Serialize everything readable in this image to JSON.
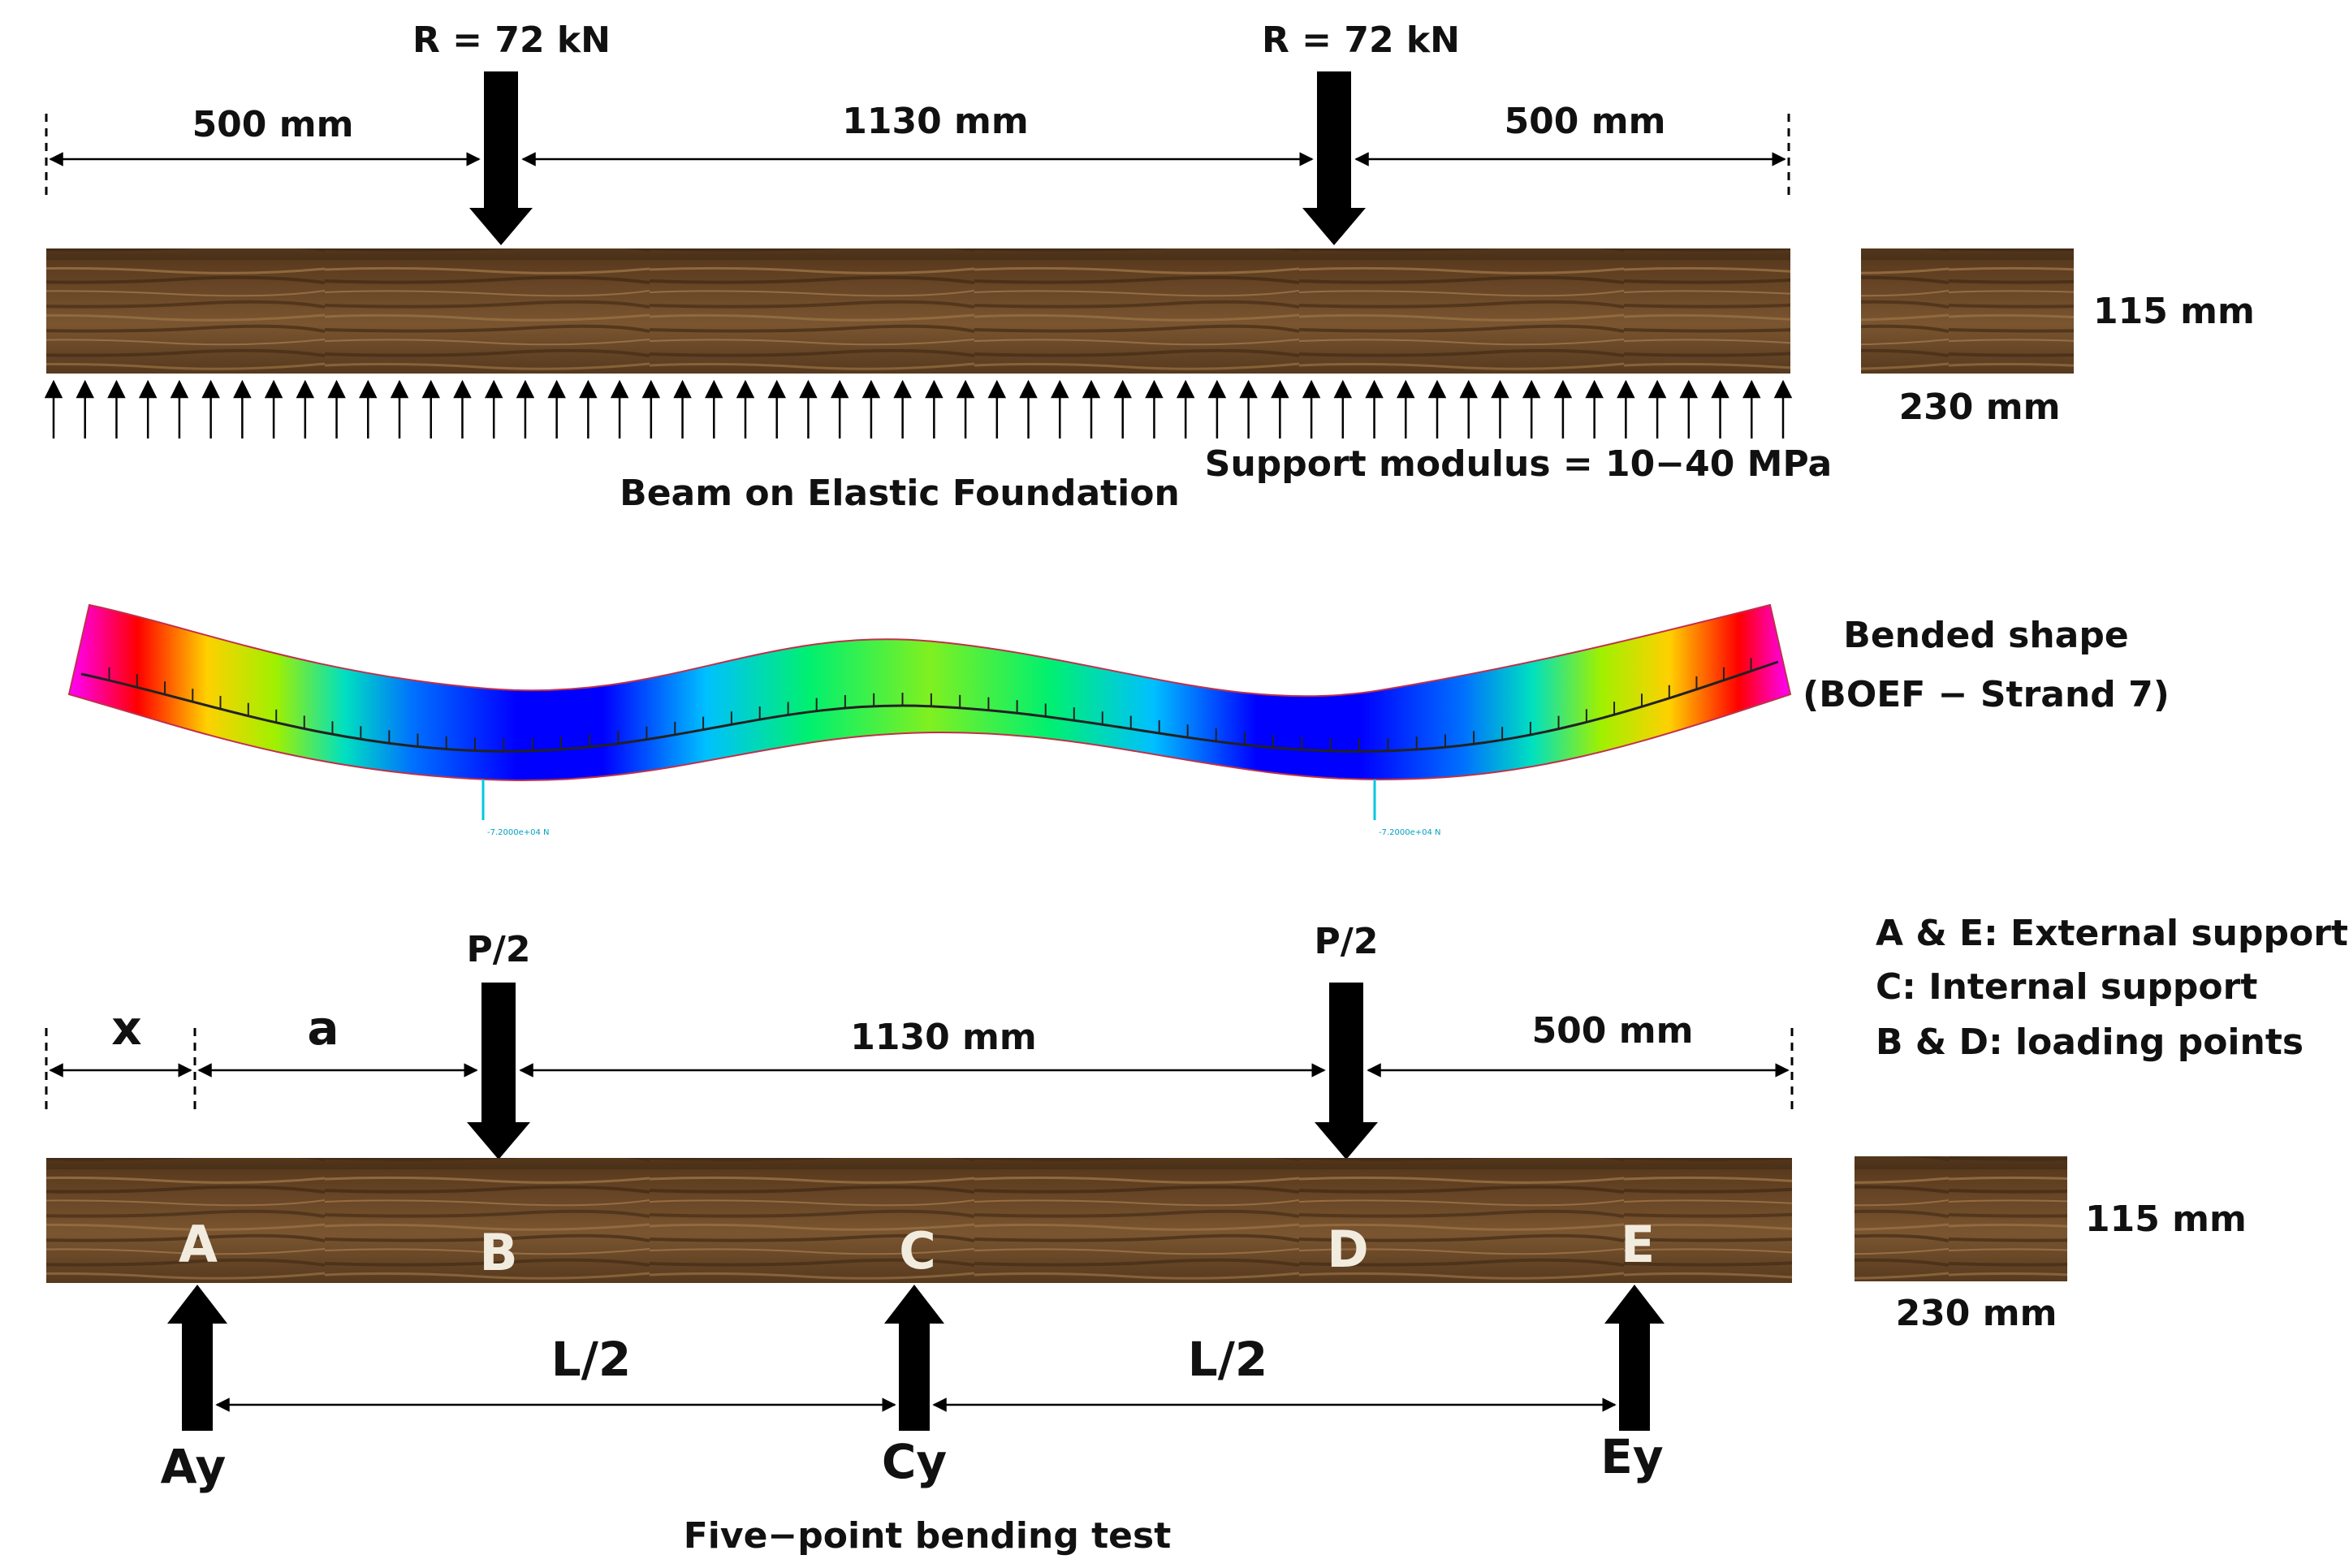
{
  "colors": {
    "wood_dark": "#4a3018",
    "wood_mid": "#7a5530",
    "wood_light": "#a47a4a",
    "arrow": "#000000",
    "label_light": "#f2ecdf"
  },
  "top_panel": {
    "load_left": "R = 72 kN",
    "load_right": "R = 72 kN",
    "dim_left": "500 mm",
    "dim_mid": "1130 mm",
    "dim_right": "500 mm",
    "section_height": "115 mm",
    "section_width": "230 mm",
    "support_modulus": "Support modulus = 10−40 MPa",
    "caption": "Beam on Elastic Foundation"
  },
  "middle_panel": {
    "title_line1": "Bended shape",
    "title_line2": "(BOEF − Strand 7)",
    "load_tag": "-7.2000e+04 N"
  },
  "bottom_panel": {
    "load_left": "P/2",
    "load_right": "P/2",
    "dim_x": "x",
    "dim_a": "a",
    "dim_mid": "1130 mm",
    "dim_right": "500 mm",
    "point_a": "A",
    "point_b": "B",
    "point_c": "C",
    "point_d": "D",
    "point_e": "E",
    "span_left": "L/2",
    "span_right": "L/2",
    "reaction_a": "Ay",
    "reaction_c": "Cy",
    "reaction_e": "Ey",
    "section_height": "115 mm",
    "section_width": "230 mm",
    "legend": [
      "A & E: External supports",
      "C: Internal support",
      "B & D: loading points"
    ],
    "caption": "Five−point bending test"
  }
}
